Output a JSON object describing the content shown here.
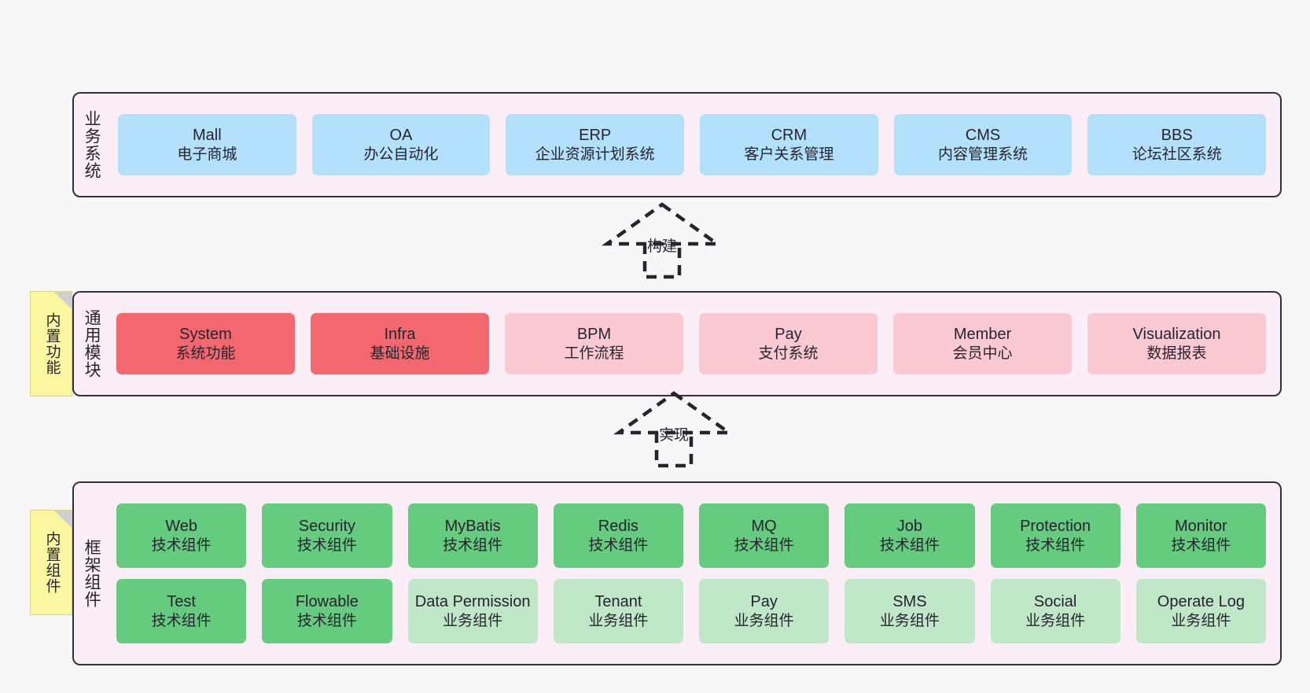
{
  "diagram": {
    "background_color": "#f7f7f7",
    "panel_color": "#fbeef6",
    "panel_border_color": "#333140"
  },
  "layers": [
    {
      "id": "business",
      "title": "业务系统",
      "cards": [
        {
          "en": "Mall",
          "cn": "电子商城",
          "color": "#b3e0fb"
        },
        {
          "en": "OA",
          "cn": "办公自动化",
          "color": "#b3e0fb"
        },
        {
          "en": "ERP",
          "cn": "企业资源计划系统",
          "color": "#b3e0fb"
        },
        {
          "en": "CRM",
          "cn": "客户关系管理",
          "color": "#b3e0fb"
        },
        {
          "en": "CMS",
          "cn": "内容管理系统",
          "color": "#b3e0fb"
        },
        {
          "en": "BBS",
          "cn": "论坛社区系统",
          "color": "#b3e0fb"
        }
      ]
    },
    {
      "id": "common",
      "title": "通用模块",
      "cards": [
        {
          "en": "System",
          "cn": "系统功能",
          "color": "#f3686f"
        },
        {
          "en": "Infra",
          "cn": "基础设施",
          "color": "#f3686f"
        },
        {
          "en": "BPM",
          "cn": "工作流程",
          "color": "#fbc9d3"
        },
        {
          "en": "Pay",
          "cn": "支付系统",
          "color": "#fbc9d3"
        },
        {
          "en": "Member",
          "cn": "会员中心",
          "color": "#fbc9d3"
        },
        {
          "en": "Visualization",
          "cn": "数据报表",
          "color": "#fbc9d3"
        }
      ]
    },
    {
      "id": "frame",
      "title": "框架组件",
      "row1": [
        {
          "en": "Web",
          "cn": "技术组件",
          "color": "#64cb7f"
        },
        {
          "en": "Security",
          "cn": "技术组件",
          "color": "#64cb7f"
        },
        {
          "en": "MyBatis",
          "cn": "技术组件",
          "color": "#64cb7f"
        },
        {
          "en": "Redis",
          "cn": "技术组件",
          "color": "#64cb7f"
        },
        {
          "en": "MQ",
          "cn": "技术组件",
          "color": "#64cb7f"
        },
        {
          "en": "Job",
          "cn": "技术组件",
          "color": "#64cb7f"
        },
        {
          "en": "Protection",
          "cn": "技术组件",
          "color": "#64cb7f"
        },
        {
          "en": "Monitor",
          "cn": "技术组件",
          "color": "#64cb7f"
        }
      ],
      "row2": [
        {
          "en": "Test",
          "cn": "技术组件",
          "color": "#64cb7f"
        },
        {
          "en": "Flowable",
          "cn": "技术组件",
          "color": "#64cb7f"
        },
        {
          "en": "Data Permission",
          "cn": "业务组件",
          "color": "#bfe7c8"
        },
        {
          "en": "Tenant",
          "cn": "业务组件",
          "color": "#bfe7c8"
        },
        {
          "en": "Pay",
          "cn": "业务组件",
          "color": "#bfe7c8"
        },
        {
          "en": "SMS",
          "cn": "业务组件",
          "color": "#bfe7c8"
        },
        {
          "en": "Social",
          "cn": "业务组件",
          "color": "#bfe7c8"
        },
        {
          "en": "Operate Log",
          "cn": "业务组件",
          "color": "#bfe7c8"
        }
      ]
    }
  ],
  "sticky_notes": [
    {
      "id": "common",
      "label": "内置功能",
      "color": "#fbf7a0"
    },
    {
      "id": "frame",
      "label": "内置组件",
      "color": "#fbf7a0"
    }
  ],
  "connectors": [
    {
      "id": "build",
      "label": "构建",
      "style": "dashed-hollow-arrow"
    },
    {
      "id": "impl",
      "label": "实现",
      "style": "dashed-hollow-arrow"
    }
  ]
}
